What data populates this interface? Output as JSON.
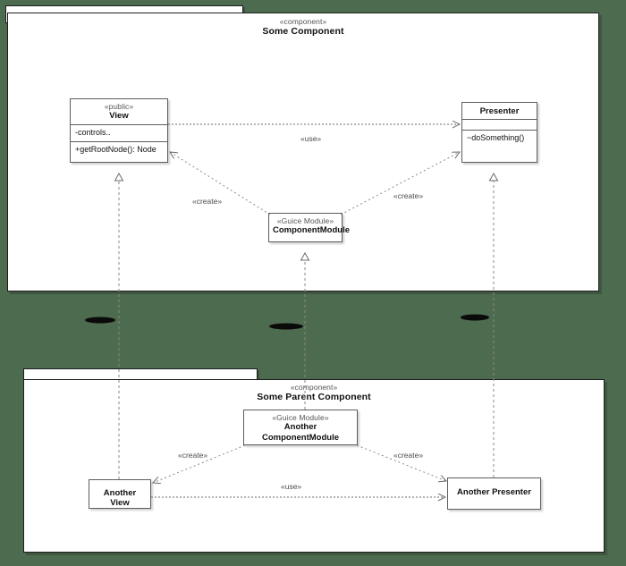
{
  "diagram": {
    "kind": "uml-component-diagram",
    "background_color": "#4d6b4f",
    "components": [
      {
        "id": "some-component",
        "stereotype": "«component»",
        "name": "Some Component"
      },
      {
        "id": "some-parent-component",
        "stereotype": "«component»",
        "name": "Some Parent Component"
      }
    ],
    "classes": [
      {
        "id": "view",
        "stereotype": "«public»",
        "name": "View",
        "attributes": "-controls..",
        "operations": "+getRootNode(): Node"
      },
      {
        "id": "presenter",
        "stereotype": "",
        "name": "Presenter",
        "attributes": "",
        "operations": "~doSomething()"
      },
      {
        "id": "component-module",
        "stereotype": "«Guice Module»",
        "name": "ComponentModule"
      },
      {
        "id": "another-component-module",
        "stereotype": "«Guice Module»",
        "name": "Another ComponentModule"
      },
      {
        "id": "another-view",
        "stereotype": "",
        "name": "Another View"
      },
      {
        "id": "another-presenter",
        "stereotype": "",
        "name": "Another Presenter"
      }
    ],
    "edges": [
      {
        "id": "view-use-presenter",
        "label": "«use»",
        "from": "view",
        "to": "presenter"
      },
      {
        "id": "module-create-view",
        "label": "«create»",
        "from": "component-module",
        "to": "view"
      },
      {
        "id": "module-create-presenter",
        "label": "«create»",
        "from": "component-module",
        "to": "presenter"
      },
      {
        "id": "another-view-use-presenter",
        "label": "«use»",
        "from": "another-view",
        "to": "another-presenter"
      },
      {
        "id": "another-module-create-view",
        "label": "«create»",
        "from": "another-component-module",
        "to": "another-view"
      },
      {
        "id": "another-module-create-presenter",
        "label": "«create»",
        "from": "another-component-module",
        "to": "another-presenter"
      },
      {
        "id": "view-generalizes-another-view",
        "label": "",
        "from": "another-view",
        "to": "view"
      },
      {
        "id": "module-generalizes-another-module",
        "label": "",
        "from": "another-component-module",
        "to": "component-module"
      },
      {
        "id": "presenter-generalizes-another-presenter",
        "label": "",
        "from": "another-presenter",
        "to": "presenter"
      }
    ]
  }
}
